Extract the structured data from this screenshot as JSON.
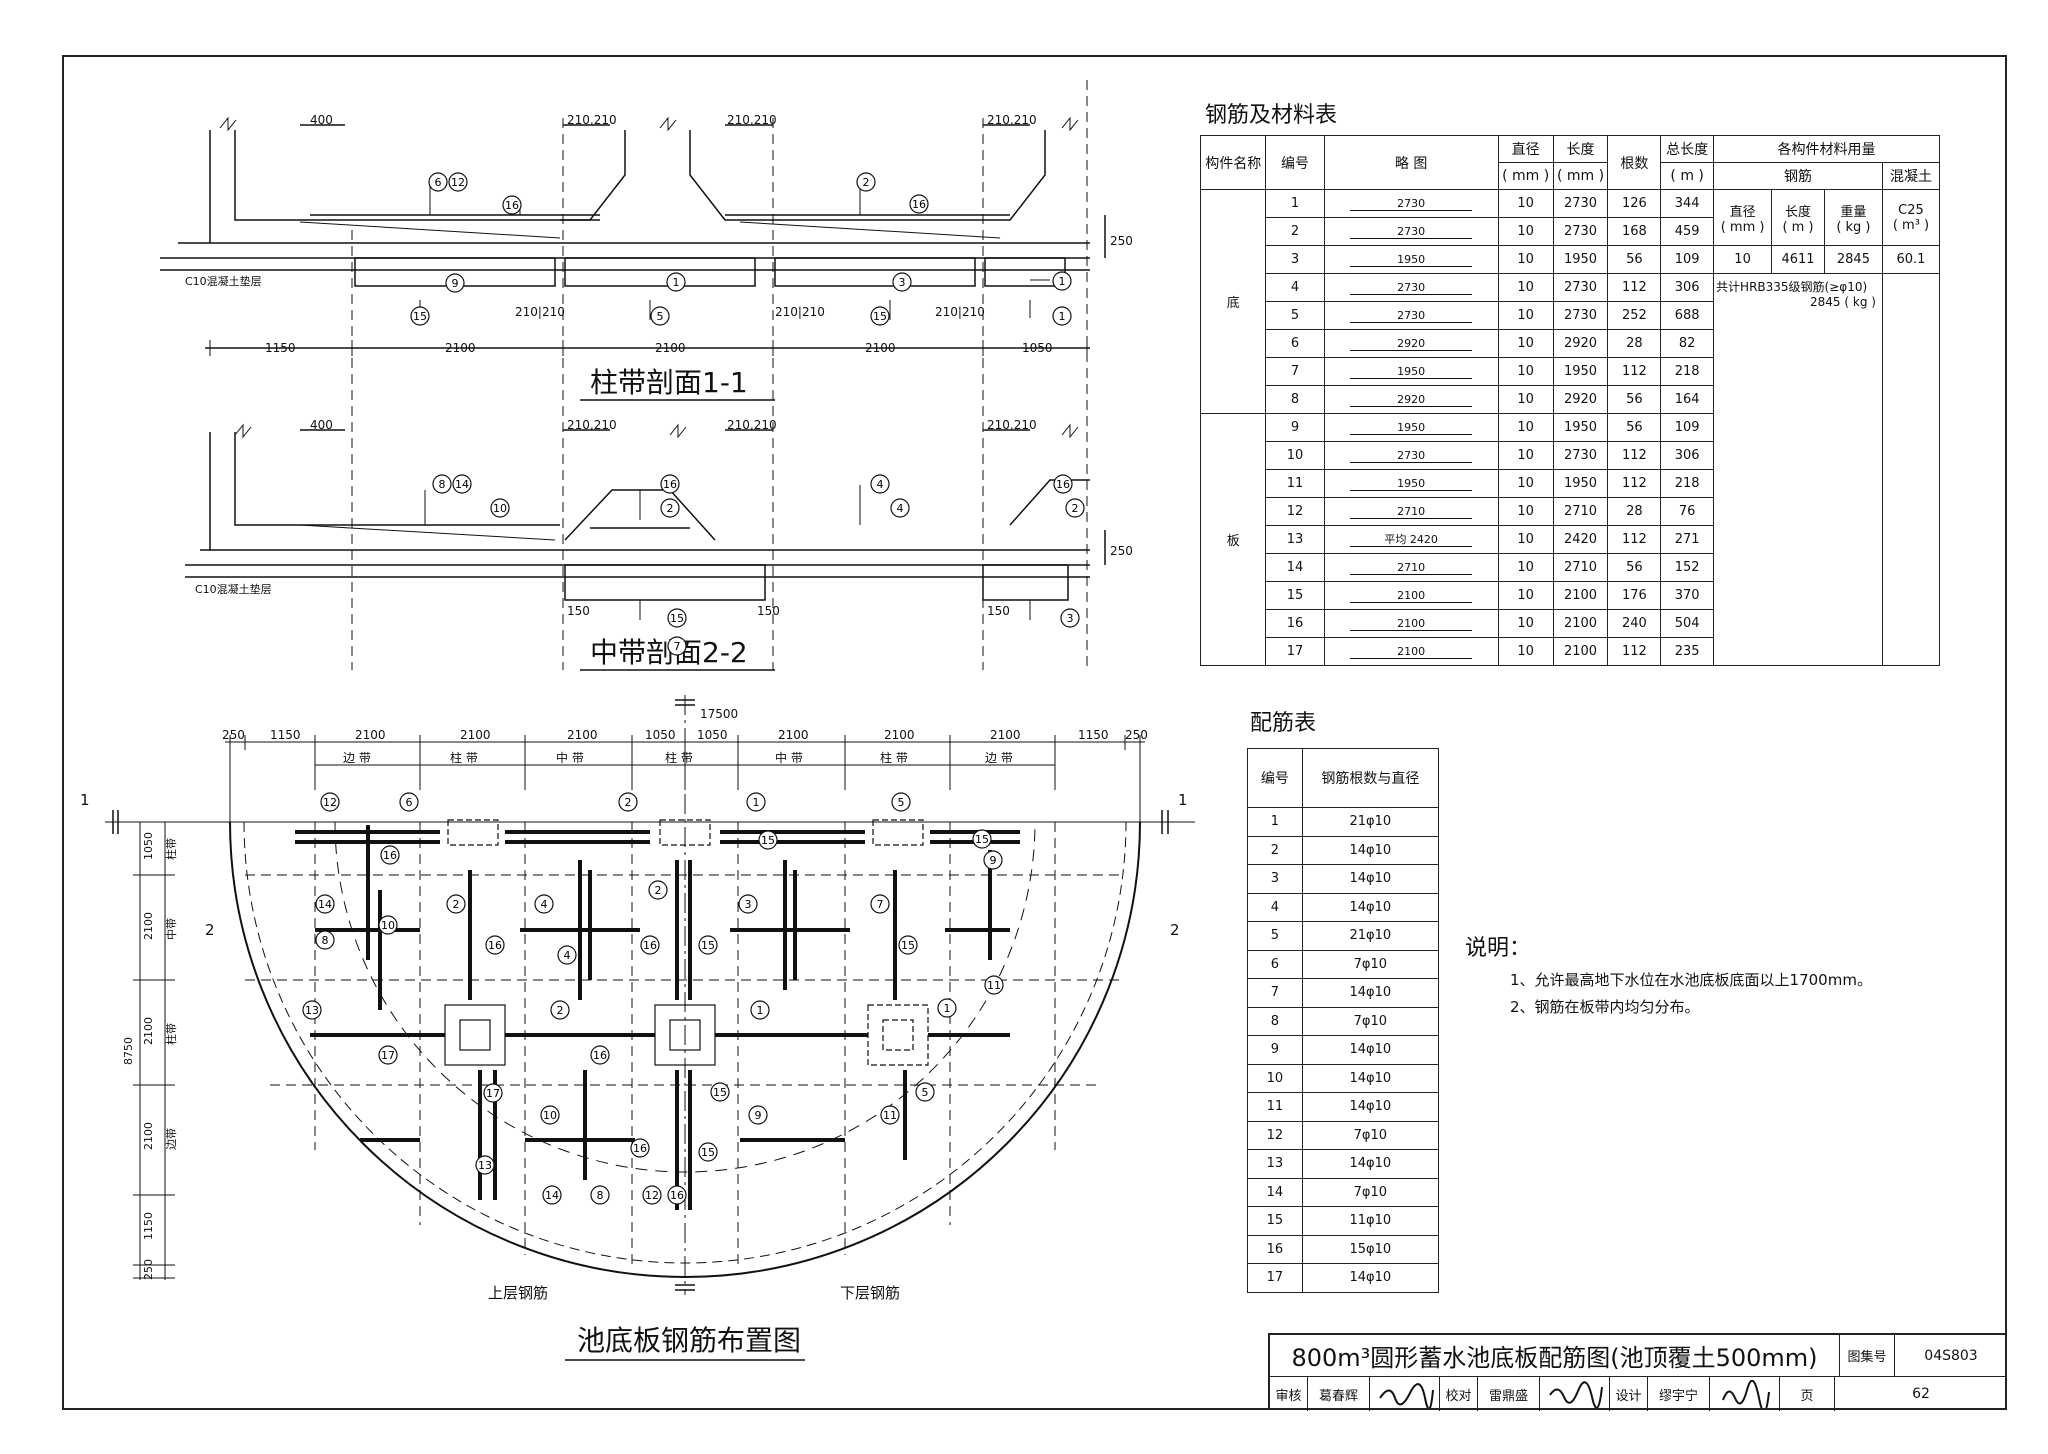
{
  "material_table": {
    "title": "钢筋及材料表",
    "headers": {
      "member": "构件名称",
      "no": "编号",
      "sketch": "略 图",
      "dia": "直径",
      "dia_unit": "( mm )",
      "len": "长度",
      "len_unit": "( mm )",
      "count": "根数",
      "total": "总长度",
      "total_unit": "( m )",
      "usage": "各构件材料用量",
      "steel": "钢筋",
      "concrete": "混凝土",
      "s_dia": "直径",
      "s_dia_unit": "( mm )",
      "s_len": "长度",
      "s_len_unit": "( m )",
      "s_wt": "重量",
      "s_wt_unit": "( kg )",
      "c_grade": "C25",
      "c_unit": "( m³ )"
    },
    "member_top": "底",
    "member_bottom": "板",
    "rows": [
      {
        "no": "1",
        "sk": "2730",
        "dia": "10",
        "len": "2730",
        "n": "126",
        "tot": "344"
      },
      {
        "no": "2",
        "sk": "2730",
        "dia": "10",
        "len": "2730",
        "n": "168",
        "tot": "459"
      },
      {
        "no": "3",
        "sk": "1950",
        "dia": "10",
        "len": "1950",
        "n": "56",
        "tot": "109"
      },
      {
        "no": "4",
        "sk": "2730",
        "dia": "10",
        "len": "2730",
        "n": "112",
        "tot": "306"
      },
      {
        "no": "5",
        "sk": "2730",
        "dia": "10",
        "len": "2730",
        "n": "252",
        "tot": "688"
      },
      {
        "no": "6",
        "sk": "2920",
        "dia": "10",
        "len": "2920",
        "n": "28",
        "tot": "82"
      },
      {
        "no": "7",
        "sk": "1950",
        "dia": "10",
        "len": "1950",
        "n": "112",
        "tot": "218"
      },
      {
        "no": "8",
        "sk": "2920",
        "dia": "10",
        "len": "2920",
        "n": "56",
        "tot": "164"
      },
      {
        "no": "9",
        "sk": "1950",
        "dia": "10",
        "len": "1950",
        "n": "56",
        "tot": "109"
      },
      {
        "no": "10",
        "sk": "2730",
        "dia": "10",
        "len": "2730",
        "n": "112",
        "tot": "306"
      },
      {
        "no": "11",
        "sk": "1950",
        "dia": "10",
        "len": "1950",
        "n": "112",
        "tot": "218"
      },
      {
        "no": "12",
        "sk": "2710",
        "dia": "10",
        "len": "2710",
        "n": "28",
        "tot": "76"
      },
      {
        "no": "13",
        "sk": "平均 2420",
        "dia": "10",
        "len": "2420",
        "n": "112",
        "tot": "271"
      },
      {
        "no": "14",
        "sk": "2710",
        "dia": "10",
        "len": "2710",
        "n": "56",
        "tot": "152"
      },
      {
        "no": "15",
        "sk": "2100",
        "dia": "10",
        "len": "2100",
        "n": "176",
        "tot": "370"
      },
      {
        "no": "16",
        "sk": "2100",
        "dia": "10",
        "len": "2100",
        "n": "240",
        "tot": "504"
      },
      {
        "no": "17",
        "sk": "2100",
        "dia": "10",
        "len": "2100",
        "n": "112",
        "tot": "235"
      }
    ],
    "usage_values": {
      "dia": "10",
      "len": "4611",
      "wt": "2845",
      "concrete": "60.1"
    },
    "total_note_1": "共计HRB335级钢筋(≥φ10)",
    "total_note_2": "2845 ( kg )"
  },
  "bar_table": {
    "title": "配筋表",
    "h_no": "编号",
    "h_spec": "钢筋根数与直径",
    "rows": [
      {
        "no": "1",
        "spec": "21φ10"
      },
      {
        "no": "2",
        "spec": "14φ10"
      },
      {
        "no": "3",
        "spec": "14φ10"
      },
      {
        "no": "4",
        "spec": "14φ10"
      },
      {
        "no": "5",
        "spec": "21φ10"
      },
      {
        "no": "6",
        "spec": "7φ10"
      },
      {
        "no": "7",
        "spec": "14φ10"
      },
      {
        "no": "8",
        "spec": "7φ10"
      },
      {
        "no": "9",
        "spec": "14φ10"
      },
      {
        "no": "10",
        "spec": "14φ10"
      },
      {
        "no": "11",
        "spec": "14φ10"
      },
      {
        "no": "12",
        "spec": "7φ10"
      },
      {
        "no": "13",
        "spec": "14φ10"
      },
      {
        "no": "14",
        "spec": "7φ10"
      },
      {
        "no": "15",
        "spec": "11φ10"
      },
      {
        "no": "16",
        "spec": "15φ10"
      },
      {
        "no": "17",
        "spec": "14φ10"
      }
    ]
  },
  "notes": {
    "heading": "说明：",
    "items": [
      "1、允许最高地下水位在水池底板底面以上1700mm。",
      "2、钢筋在板带内均匀分布。"
    ]
  },
  "section_1": {
    "title": "柱带剖面1-1",
    "cushion": "C10混凝土垫层",
    "dims_bottom": [
      "1150",
      "2100",
      "2100",
      "2100",
      "1050"
    ],
    "dim_400": "400",
    "dim_210": "210,210",
    "dim_250": "250",
    "dim_210b": "210|210"
  },
  "section_2": {
    "title": "中带剖面2-2",
    "cushion": "C10混凝土垫层",
    "dim_400": "400",
    "dim_210": "210,210",
    "dim_250": "250",
    "dim_150": "150"
  },
  "plan": {
    "title": "池底板钢筋布置图",
    "upper": "上层钢筋",
    "lower": "下层钢筋",
    "overall": "17500",
    "top_dims": [
      "250",
      "1150",
      "2100",
      "2100",
      "2100",
      "1050",
      "1050",
      "2100",
      "2100",
      "2100",
      "1150",
      "250"
    ],
    "bands": [
      "边 带",
      "柱 带",
      "中 带",
      "柱 带",
      "中 带",
      "柱 带",
      "边 带"
    ],
    "left_dims": [
      "1050",
      "2100",
      "2100",
      "2100",
      "1150",
      "250"
    ],
    "left_bands": [
      "柱带",
      "中带",
      "柱带",
      "边带"
    ],
    "left_total": "8750",
    "sec1": "1",
    "sec2": "2"
  },
  "title_block": {
    "drawing_title": "800m³圆形蓄水池底板配筋图(池顶覆土500mm)",
    "atlas_label": "图集号",
    "atlas_no": "04S803",
    "review": "审核",
    "reviewer": "葛春辉",
    "check": "校对",
    "checker": "雷鼎盛",
    "design": "设计",
    "designer": "缪宇宁",
    "page_label": "页",
    "page_no": "62"
  }
}
